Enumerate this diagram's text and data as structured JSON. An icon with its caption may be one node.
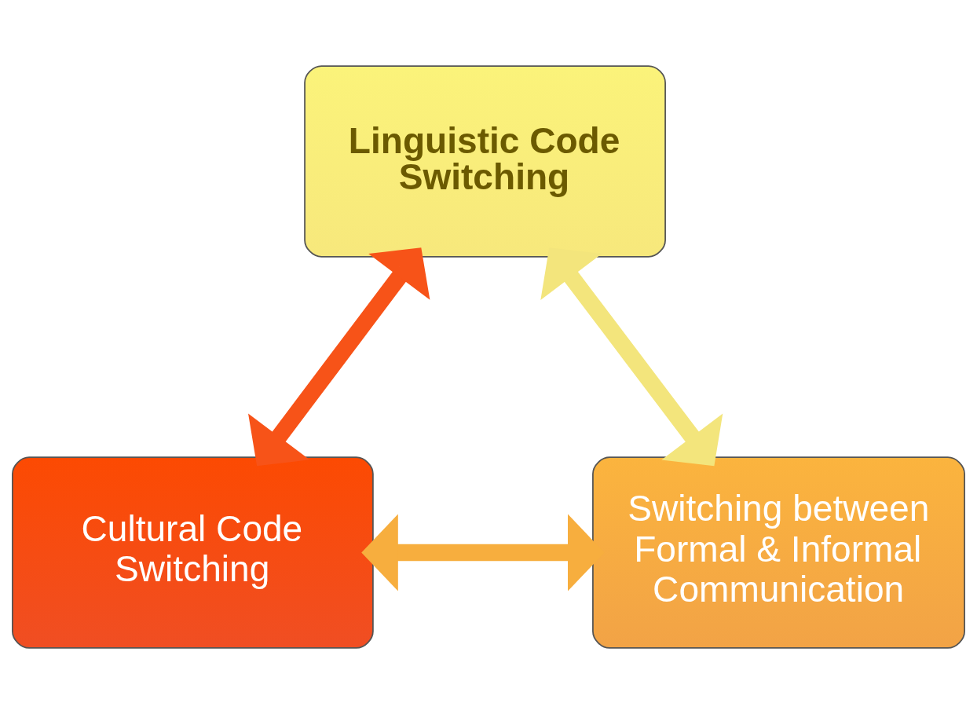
{
  "diagram": {
    "nodes": [
      {
        "text": [
          "Linguistic Code Switching"
        ]
      },
      {
        "text": [
          "Cultural Code Switching"
        ]
      },
      {
        "text": [
          "Switching between Formal & Informal Communication"
        ]
      }
    ],
    "edges": [
      {
        "from": 1,
        "to": 0,
        "arrow": "both",
        "color": "#f75318"
      },
      {
        "from": 0,
        "to": 2,
        "arrow": "both",
        "color": "#f3e57c"
      },
      {
        "from": 1,
        "to": 2,
        "arrow": "both",
        "color": "#f7ae3e"
      }
    ]
  }
}
